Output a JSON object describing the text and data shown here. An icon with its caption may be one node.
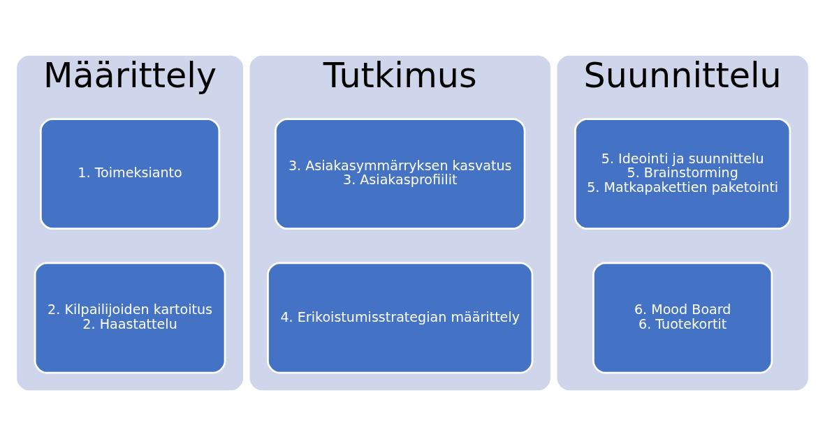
{
  "diagram": {
    "nodes": [
      {
        "text": [
          "Määrittely"
        ]
      },
      {
        "text": [
          "1. Toimeksianto"
        ],
        "in": 0
      },
      {
        "text": [
          "2. Kilpailijoiden kartoitus",
          "2. Haastattelu"
        ],
        "in": 0
      },
      {
        "text": [
          "Tutkimus"
        ]
      },
      {
        "text": [
          "3. Asiakasymmärryksen kasvatus",
          "3. Asiakasprofiilit"
        ],
        "in": 3
      },
      {
        "text": [
          "4. Erikoistumisstrategian määrittely"
        ],
        "in": 3
      },
      {
        "text": [
          "Suunnittelu"
        ]
      },
      {
        "text": [
          "5. Ideointi ja suunnittelu",
          "5. Brainstorming",
          "5. Matkapakettien paketointi"
        ],
        "in": 6
      },
      {
        "text": [
          "6. Mood Board",
          "6. Tuotekortit"
        ],
        "in": 6
      }
    ]
  }
}
